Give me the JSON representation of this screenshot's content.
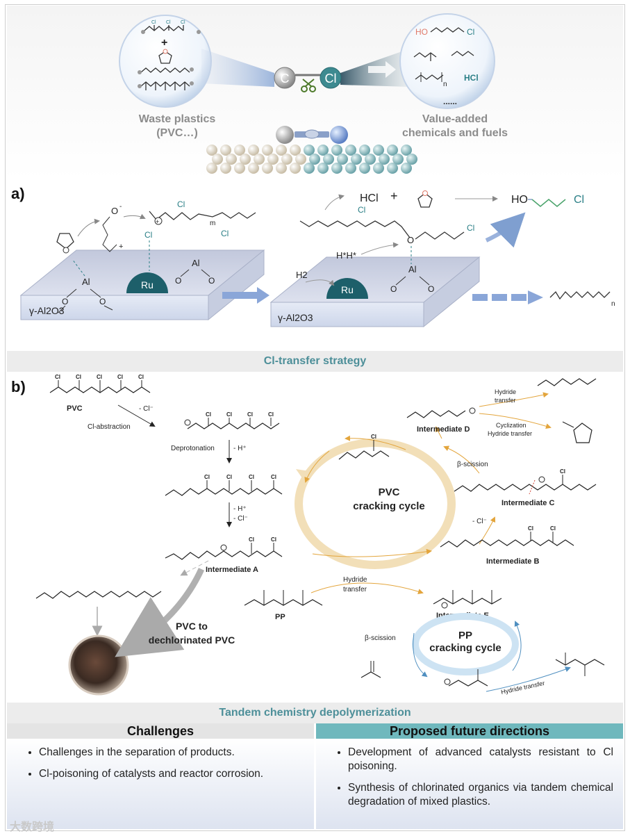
{
  "top": {
    "left_label_line1": "Waste plastics",
    "left_label_line2": "(PVC…)",
    "right_label_line1": "Value-added",
    "right_label_line2": "chemicals and fuels",
    "c_symbol": "C",
    "cl_symbol": "Cl",
    "plus_sign": "+",
    "product_ho": "HO",
    "product_cl": "Cl",
    "product_hcl": "HCl",
    "product_n": "n",
    "dots": "......",
    "atom_cl": "Cl"
  },
  "panel_a": {
    "label": "a)",
    "support_left": "γ-Al2O3",
    "support_right": "γ-Al2O3",
    "ru": "Ru",
    "al": "Al",
    "o": "O",
    "cl": "Cl",
    "minus": "-",
    "plus": "+",
    "m": "m",
    "n": "n",
    "hcl": "HCl",
    "plus_sign": "+",
    "ho": "HO",
    "h2": "H2",
    "hh": "H*H*",
    "band": "Cl-transfer strategy"
  },
  "panel_b": {
    "label": "b)",
    "pvc": "PVC",
    "cl_minus": "- Cl⁻",
    "cl_abstraction": "Cl-abstraction",
    "deprotonation": "Deprotonation",
    "h_plus": "- H⁺",
    "h_plus2": "- H⁺",
    "cl_minus2": "- Cl⁻",
    "cl_minus3": "- Cl⁻",
    "intermediate_a": "Intermediate A",
    "intermediate_b": "Intermediate B",
    "intermediate_c": "Intermediate C",
    "intermediate_d": "Intermediate D",
    "intermediate_e": "Intermediate E",
    "pvc_cycle_line1": "PVC",
    "pvc_cycle_line2": "cracking cycle",
    "pp_cycle_line1": "PP",
    "pp_cycle_line2": "cracking cycle",
    "beta_scission": "β-scission",
    "beta_scission2": "β-scission",
    "hydride_transfer_top1": "Hydride",
    "hydride_transfer_top2": "transfer",
    "cyclization1": "Cyclization",
    "cyclization2": "Hydride transfer",
    "hydride_mid1": "Hydride",
    "hydride_mid2": "transfer",
    "hydride_bottom": "Hydride transfer",
    "pp": "PP",
    "dechlor_line1": "PVC to",
    "dechlor_line2": "dechlorinated PVC",
    "cl": "Cl",
    "band": "Tandem chemistry depolymerization"
  },
  "challenges": {
    "title": "Challenges",
    "items": [
      "Challenges in the separation of products.",
      "Cl-poisoning of catalysts and reactor corrosion."
    ]
  },
  "future": {
    "title": "Proposed future directions",
    "items": [
      "Development of advanced catalysts resistant to Cl poisoning.",
      "Synthesis of chlorinated organics via tandem chemical degradation of mixed plastics."
    ]
  },
  "watermark": "大数跨境",
  "colors": {
    "teal": "#1f6e74",
    "teal_text": "#4d8f99",
    "orange": "#e3a53c",
    "blue_arrow": "#4f8fc0",
    "platform": "#d3d9ea"
  }
}
